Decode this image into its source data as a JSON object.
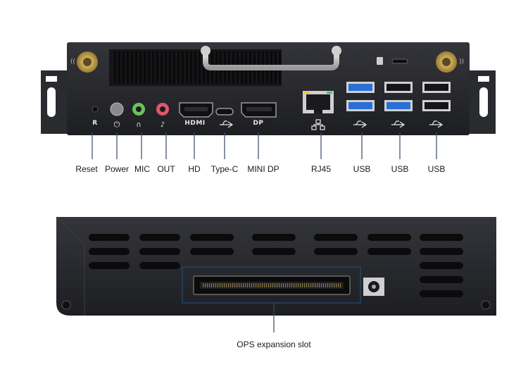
{
  "port_labels": [
    {
      "text": "Reset"
    },
    {
      "text": "Power"
    },
    {
      "text": "MIC"
    },
    {
      "text": "OUT"
    },
    {
      "text": "HD"
    },
    {
      "text": "Type-C"
    },
    {
      "text": "MINI DP"
    },
    {
      "text": "RJ45"
    },
    {
      "text": "USB"
    },
    {
      "text": "USB"
    },
    {
      "text": "USB"
    }
  ],
  "silkscreen": {
    "reset": "R",
    "hdmi": "HDMI",
    "dp": "DP"
  },
  "bottom_label": "OPS expansion slot",
  "colors": {
    "chassis": "#26272b",
    "usb3_blue": "#2a6fd6",
    "mic_green": "#6ac259",
    "out_pink": "#e0566b",
    "callout_line": "#3a4a66",
    "slot_box": "#1f4d7a"
  }
}
